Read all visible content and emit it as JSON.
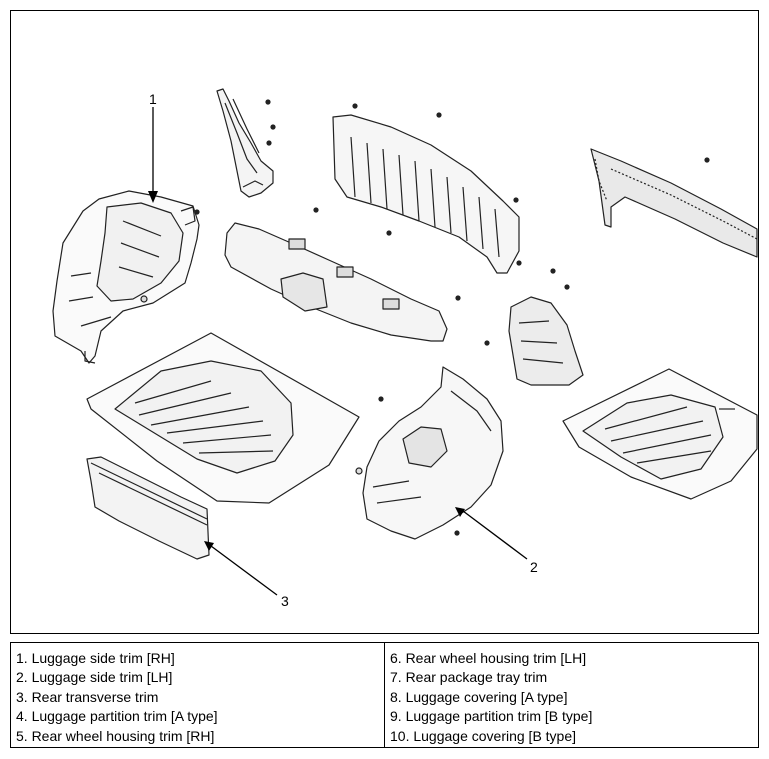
{
  "diagram": {
    "callouts": [
      {
        "number": "1"
      },
      {
        "number": "2"
      },
      {
        "number": "3"
      }
    ]
  },
  "legend": {
    "left": [
      "1. Luggage side trim [RH]",
      "2. Luggage side trim [LH]",
      "3. Rear transverse trim",
      "4. Luggage partition trim [A type]",
      "5. Rear wheel housing trim [RH]"
    ],
    "right": [
      "6. Rear wheel housing trim [LH]",
      "7. Rear package tray trim",
      "8. Luggage covering [A type]",
      "9. Luggage partition trim [B type]",
      "10. Luggage covering [B type]"
    ]
  }
}
